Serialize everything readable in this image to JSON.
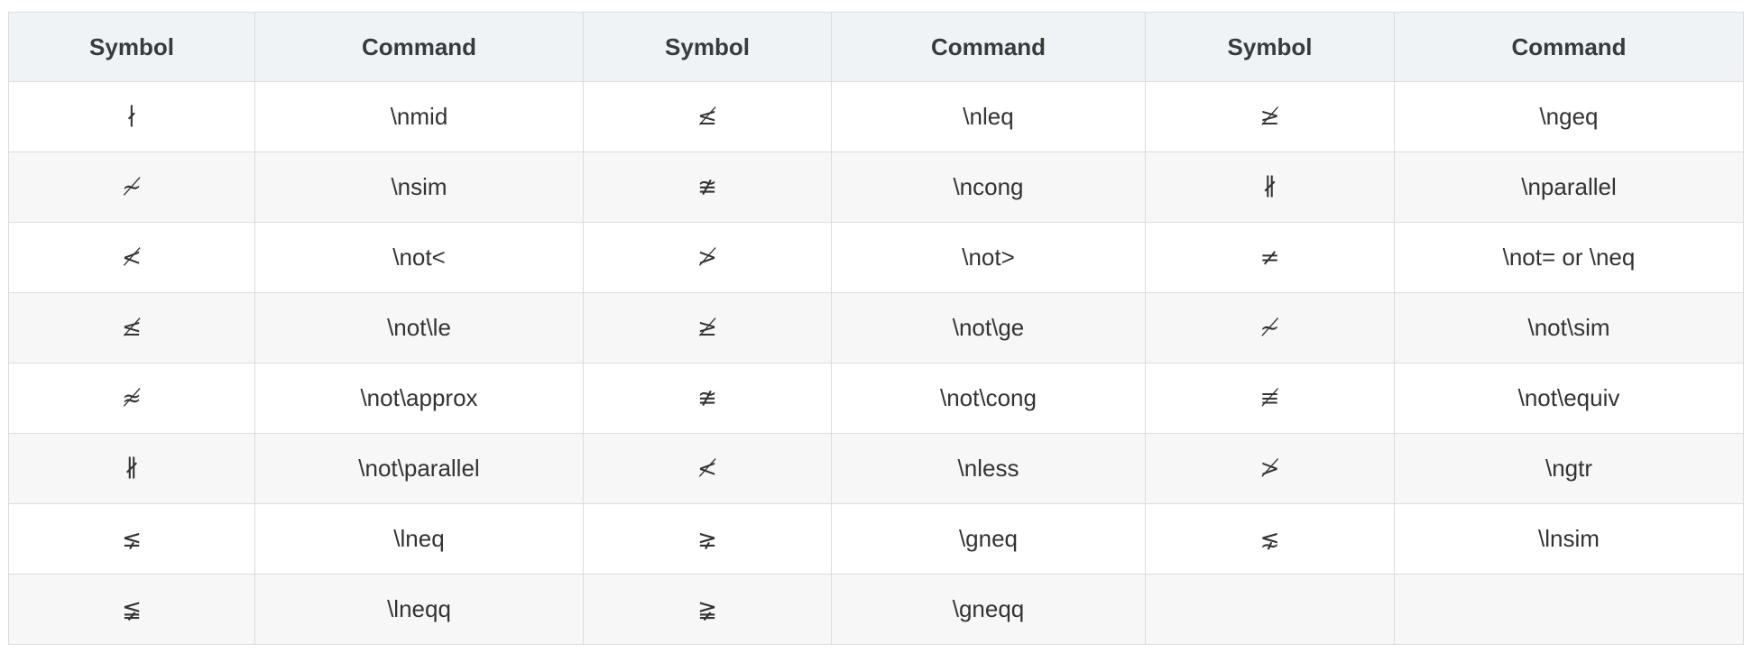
{
  "table": {
    "headers": [
      "Symbol",
      "Command",
      "Symbol",
      "Command",
      "Symbol",
      "Command"
    ],
    "rows": [
      [
        "∤",
        "\\nmid",
        "≰",
        "\\nleq",
        "≱",
        "\\ngeq"
      ],
      [
        "≁",
        "\\nsim",
        "≇",
        "\\ncong",
        "∦",
        "\\nparallel"
      ],
      [
        "≮",
        "\\not<",
        "≯",
        "\\not>",
        "≠",
        "\\not= or \\neq"
      ],
      [
        "≰",
        "\\not\\le",
        "≱",
        "\\not\\ge",
        "≁",
        "\\not\\sim"
      ],
      [
        "≉",
        "\\not\\approx",
        "≇",
        "\\not\\cong",
        "≢",
        "\\not\\equiv"
      ],
      [
        "∦",
        "\\not\\parallel",
        "≮",
        "\\nless",
        "≯",
        "\\ngtr"
      ],
      [
        "⪇",
        "\\lneq",
        "⪈",
        "\\gneq",
        "⋦",
        "\\lnsim"
      ],
      [
        "≨",
        "\\lneqq",
        "≩",
        "\\gneqq",
        "",
        ""
      ]
    ]
  }
}
